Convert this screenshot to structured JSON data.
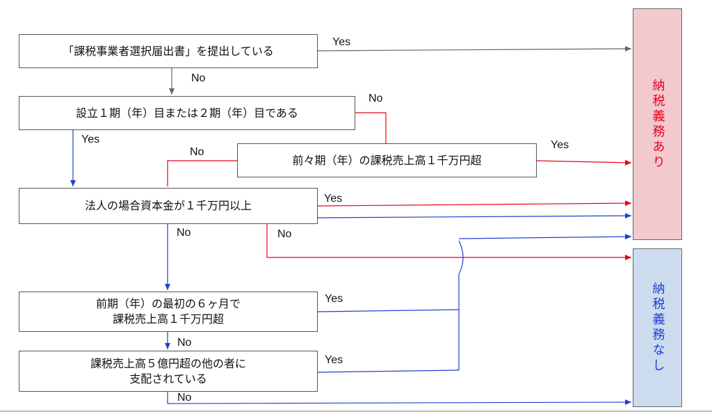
{
  "boxes": {
    "q1": "「課税事業者選択届出書」を提出している",
    "q2": "設立１期（年）目または２期（年）目である",
    "q3": "前々期（年）の課税売上高１千万円超",
    "q4": "法人の場合資本金が１千万円以上",
    "q5_line1": "前期（年）の最初の６ヶ月で",
    "q5_line2": "課税売上高１千万円超",
    "q6_line1": "課税売上高５億円超の他の者に",
    "q6_line2": "支配されている"
  },
  "results": {
    "obligated": "納税義務あり",
    "not_obligated": "納税義務なし"
  },
  "labels": {
    "yes": "Yes",
    "no": "No"
  },
  "colors": {
    "obligated_fill": "#f2c9cd",
    "obligated_text": "#e8001b",
    "not_obligated_fill": "#ccdcee",
    "not_obligated_text": "#1f3fd0",
    "red_line": "#e8001b",
    "blue_line": "#1f3fd0",
    "gray_line": "#666666"
  }
}
